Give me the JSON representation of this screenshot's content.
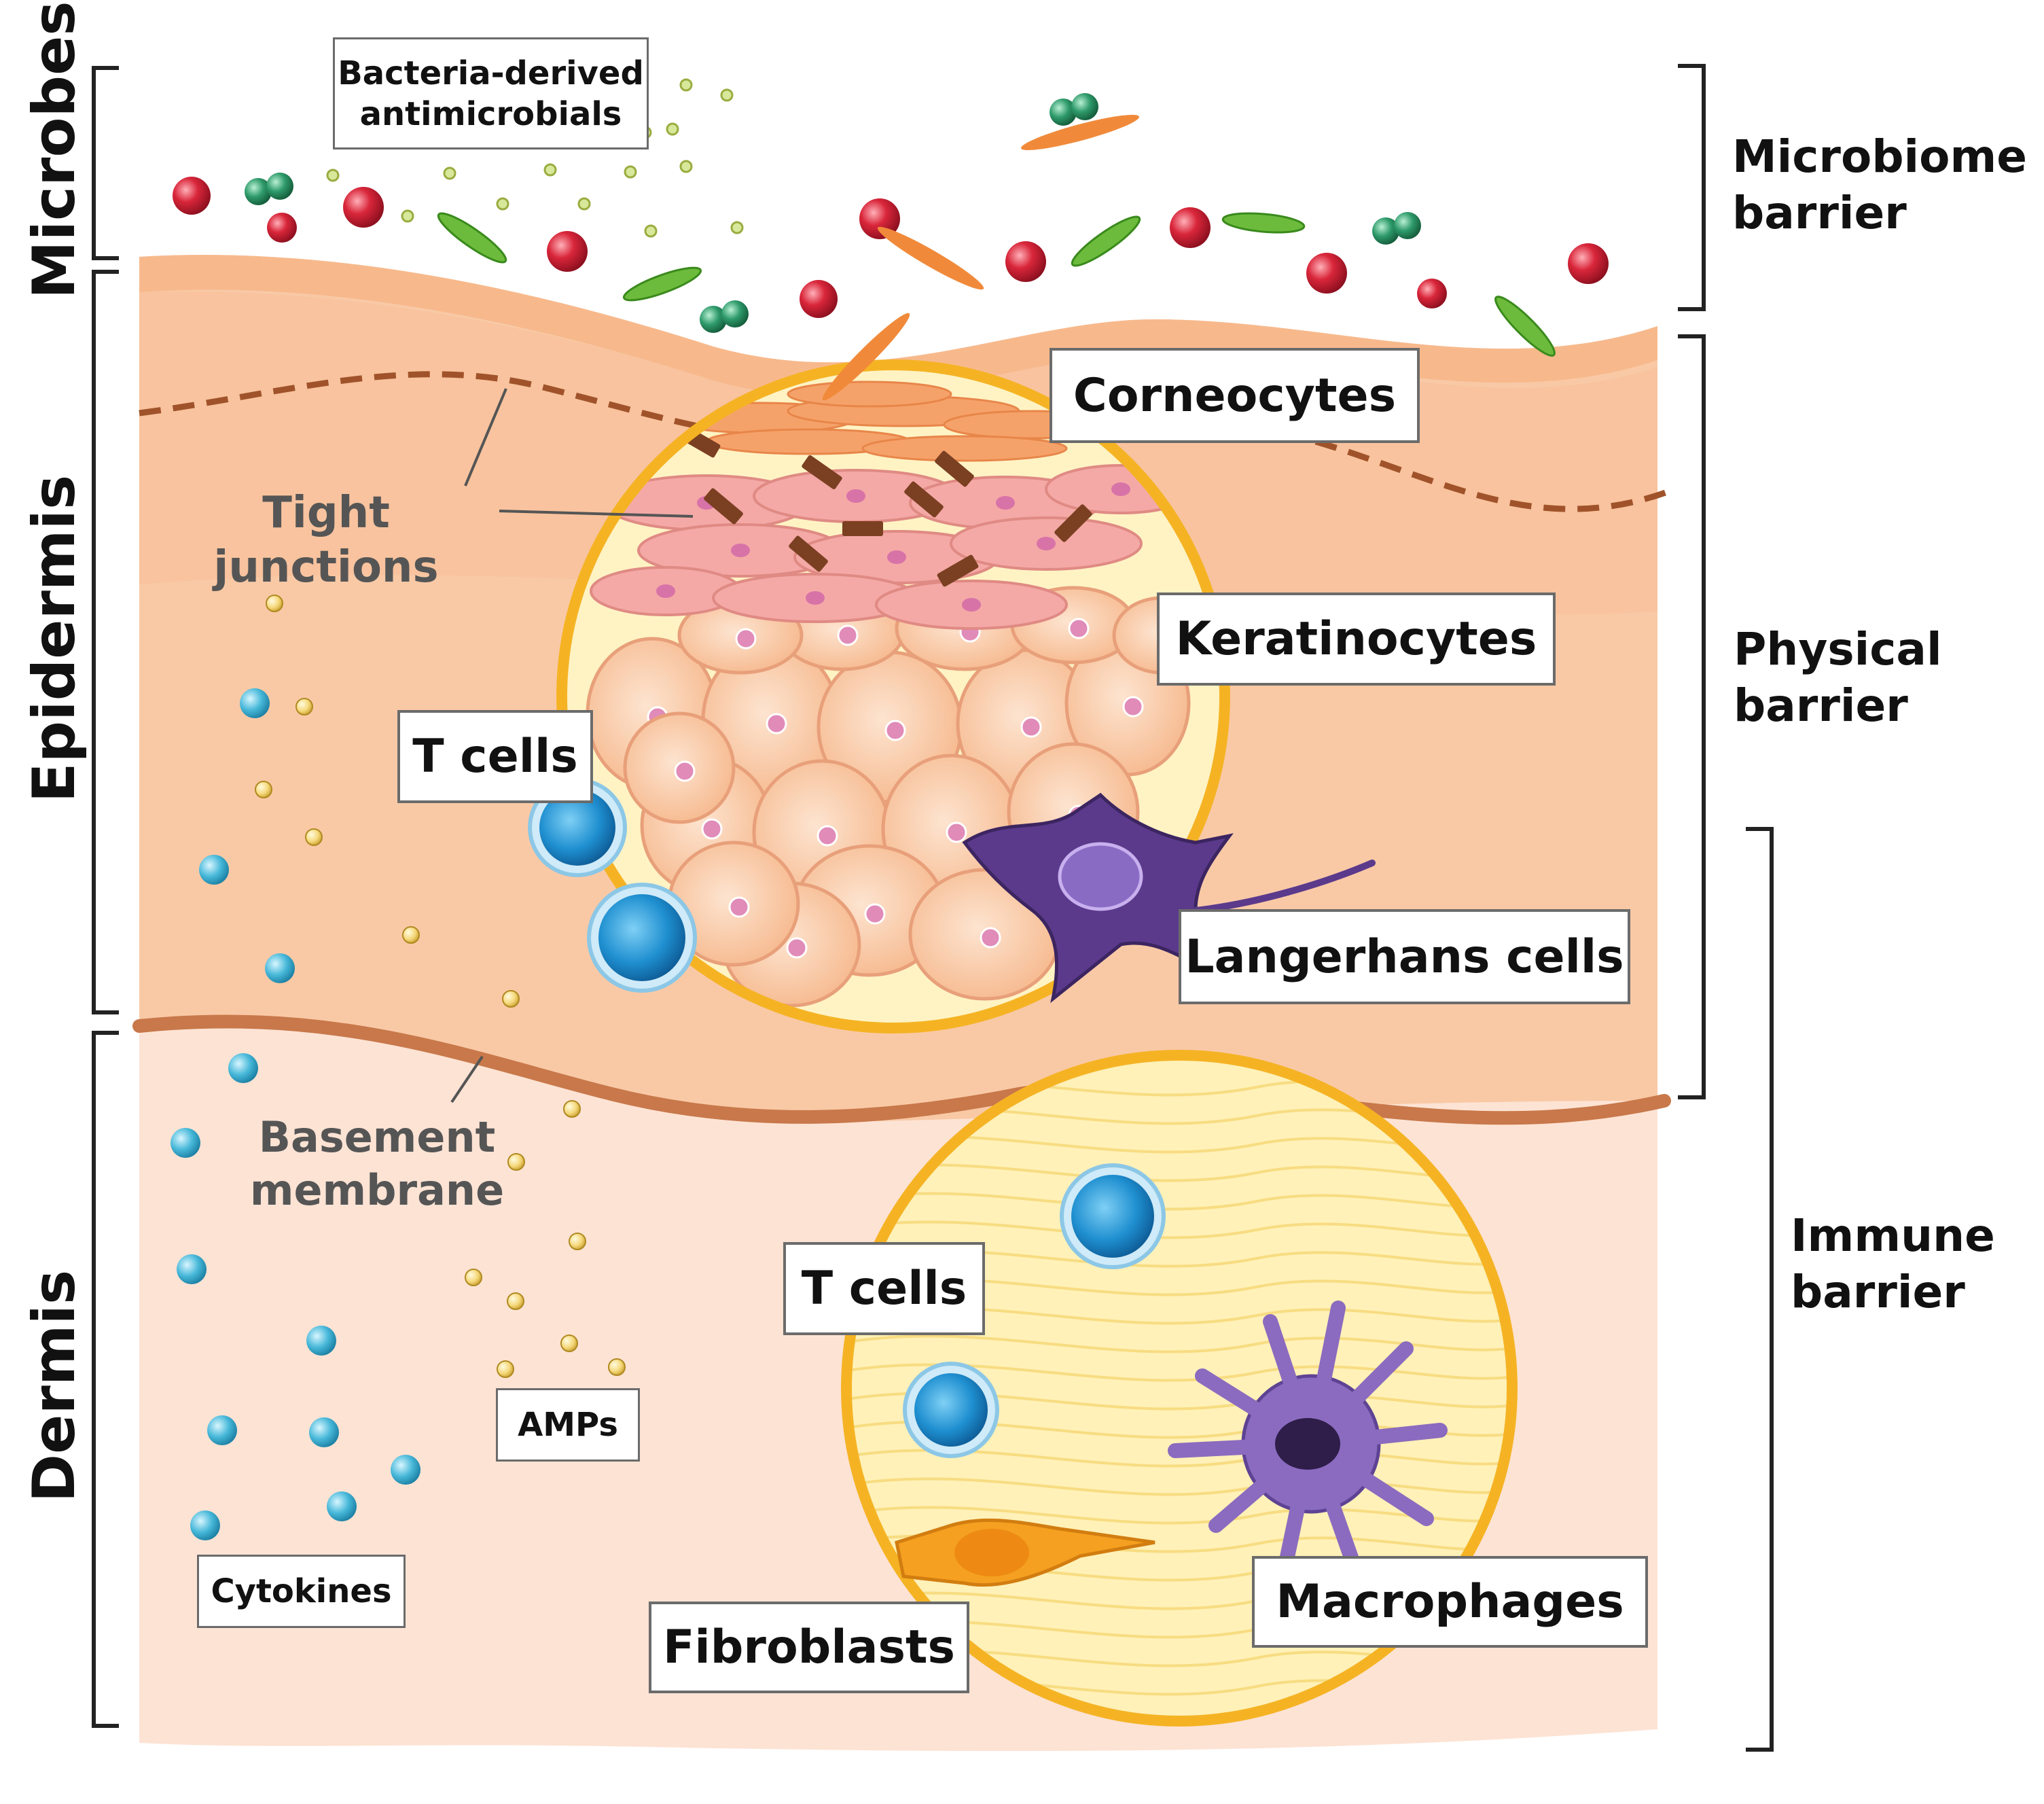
{
  "layers": {
    "microbes": "Microbes",
    "epidermis": "Epidermis",
    "dermis": "Dermis"
  },
  "barriers": {
    "microbiome": [
      "Microbiome",
      "barrier"
    ],
    "physical": [
      "Physical",
      "barrier"
    ],
    "immune": [
      "Immune",
      "barrier"
    ]
  },
  "labels": {
    "bacteria_antimicrobials": [
      "Bacteria-derived",
      "antimicrobials"
    ],
    "corneocytes": "Corneocytes",
    "tight_junctions": "Tight junctions",
    "keratinocytes": "Keratinocytes",
    "t_cells_epidermis": "T cells",
    "langerhans": "Langerhans cells",
    "basement_membrane": [
      "Basement",
      "membrane"
    ],
    "t_cells_dermis": "T cells",
    "amps": "AMPs",
    "cytokines": "Cytokines",
    "fibroblasts": "Fibroblasts",
    "macrophages": "Macrophages"
  },
  "colors": {
    "epidermis": "#f9c9a6",
    "dermis": "#fde3d4",
    "stratum_corneum": "#f7b98c",
    "membrane_line": "#c8784a",
    "tight_junction": "#7b3f22",
    "circle_border": "#f5b324",
    "circle_fill": "#fff3c4",
    "t_cell": "#2a9ad6",
    "cytokine": "#47b8d9",
    "amp": "#f5d87a",
    "red_bacteria": "#d9263a",
    "green_bacteria": "#2e9a6a",
    "rod_bacteria": "#6cbb3c",
    "orange_rod": "#f08a3a",
    "langerhans": "#5b3a8c",
    "macrophage": "#8b6bbf",
    "fibroblast": "#f5a020"
  }
}
